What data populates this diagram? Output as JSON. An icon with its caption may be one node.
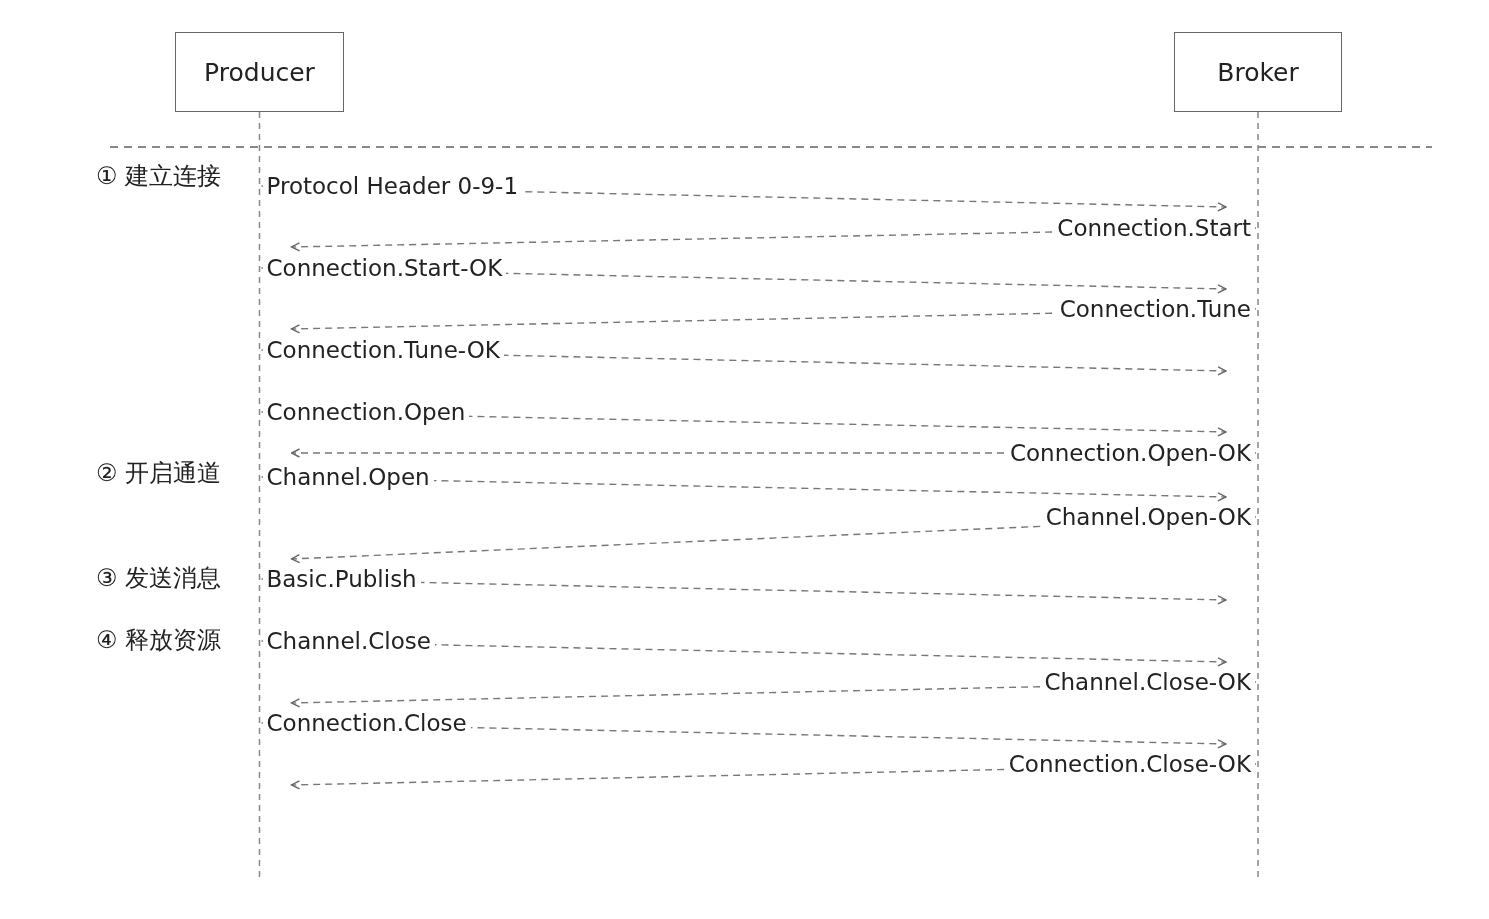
{
  "diagram": {
    "nodes": [
      {
        "text": [
          "Producer"
        ]
      },
      {
        "text": [
          "Broker"
        ]
      }
    ],
    "edges": [
      {
        "from": 0,
        "to": 1,
        "arrow": "to",
        "label": "Protocol Header 0-9-1"
      },
      {
        "from": 1,
        "to": 0,
        "arrow": "to",
        "label": "Connection.Start"
      },
      {
        "from": 0,
        "to": 1,
        "arrow": "to",
        "label": "Connection.Start-OK"
      },
      {
        "from": 1,
        "to": 0,
        "arrow": "to",
        "label": "Connection.Tune"
      },
      {
        "from": 0,
        "to": 1,
        "arrow": "to",
        "label": "Connection.Tune-OK"
      },
      {
        "from": 0,
        "to": 1,
        "arrow": "to",
        "label": "Connection.Open"
      },
      {
        "from": 1,
        "to": 0,
        "arrow": "to",
        "label": "Connection.Open-OK"
      },
      {
        "from": 0,
        "to": 1,
        "arrow": "to",
        "label": "Channel.Open"
      },
      {
        "from": 1,
        "to": 0,
        "arrow": "to",
        "label": "Channel.Open-OK"
      },
      {
        "from": 0,
        "to": 1,
        "arrow": "to",
        "label": "Basic.Publish"
      },
      {
        "from": 0,
        "to": 1,
        "arrow": "to",
        "label": "Channel.Close"
      },
      {
        "from": 1,
        "to": 0,
        "arrow": "to",
        "label": "Channel.Close-OK"
      },
      {
        "from": 0,
        "to": 1,
        "arrow": "to",
        "label": "Connection.Close"
      },
      {
        "from": 1,
        "to": 0,
        "arrow": "to",
        "label": "Connection.Close-OK"
      }
    ],
    "labels": [
      "① 建立连接",
      "② 开启通道",
      "③ 发送消息",
      "④ 释放资源"
    ]
  }
}
